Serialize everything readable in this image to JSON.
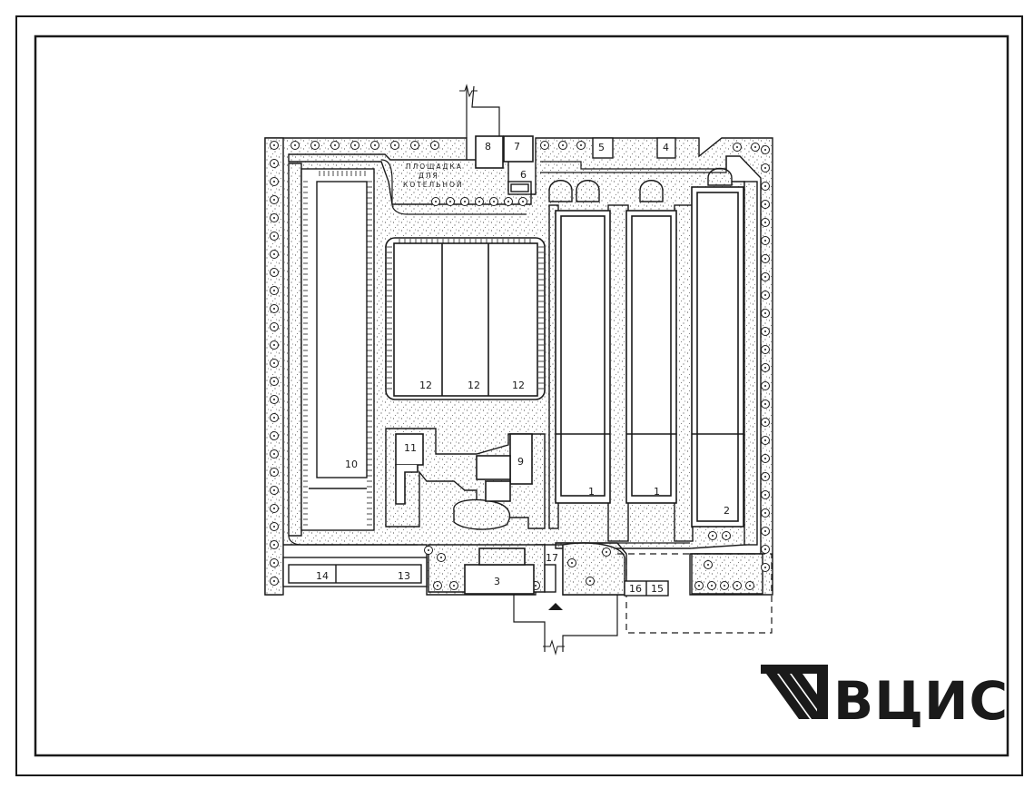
{
  "site_caption": [
    "ПЛОЩАДКА",
    "ДЛЯ",
    "КОТЕЛЬНОЙ"
  ],
  "buildings": [
    {
      "id": "b1a",
      "label": "1"
    },
    {
      "id": "b1b",
      "label": "1"
    },
    {
      "id": "b2",
      "label": "2"
    },
    {
      "id": "b3",
      "label": "3"
    },
    {
      "id": "b4",
      "label": "4"
    },
    {
      "id": "b5",
      "label": "5"
    },
    {
      "id": "b6",
      "label": "6"
    },
    {
      "id": "b7",
      "label": "7"
    },
    {
      "id": "b8",
      "label": "8"
    },
    {
      "id": "b9",
      "label": "9"
    },
    {
      "id": "b10",
      "label": "10"
    },
    {
      "id": "b11",
      "label": "11"
    },
    {
      "id": "b12a",
      "label": "12"
    },
    {
      "id": "b12b",
      "label": "12"
    },
    {
      "id": "b12c",
      "label": "12"
    },
    {
      "id": "b13",
      "label": "13"
    },
    {
      "id": "b14",
      "label": "14"
    },
    {
      "id": "b15",
      "label": "15"
    },
    {
      "id": "b16",
      "label": "16"
    },
    {
      "id": "b17",
      "label": "17"
    }
  ],
  "logo": {
    "text": "ВЦИС",
    "color": "#1a1a1a"
  },
  "colors": {
    "line": "#1a1a1a",
    "green_fill": "#e8e8e8"
  }
}
